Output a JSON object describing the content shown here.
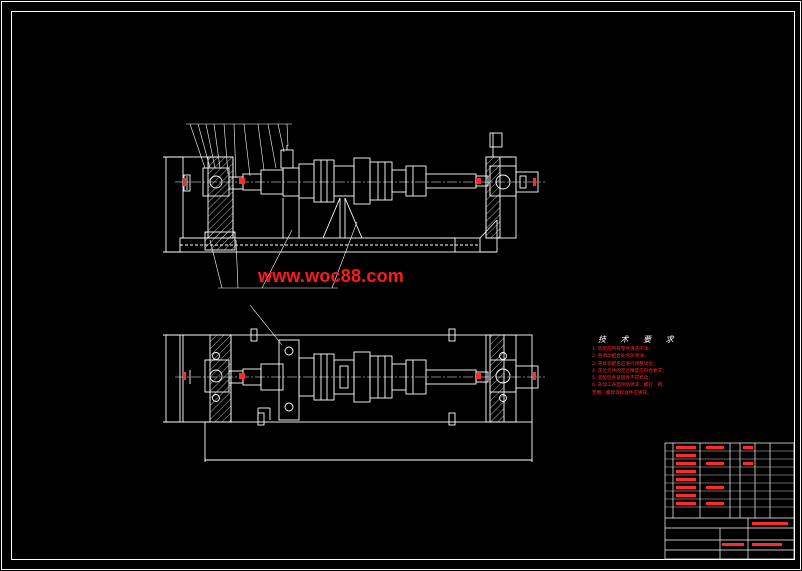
{
  "watermark": "www.woc88.com",
  "tech_requirements": {
    "title": "技 术 要 求",
    "items": [
      "1. 装配前所有零件清洗干净；",
      "2. 各滑动配合处涂润滑油；",
      "3. 夹具装配后应进行调整试验；",
      "4. 定位元件的定位精度应符合要求；",
      "5. 装配后各紧固件不得松动；",
      "6. 非加工表面涂防锈漆，螺钉、销、",
      "   垫圈、螺母等标准件应镀锌。"
    ]
  },
  "colors": {
    "background": "#000000",
    "outline": "#ffffff",
    "annotation": "#ff2a2a",
    "hatch": "#ffffff"
  }
}
